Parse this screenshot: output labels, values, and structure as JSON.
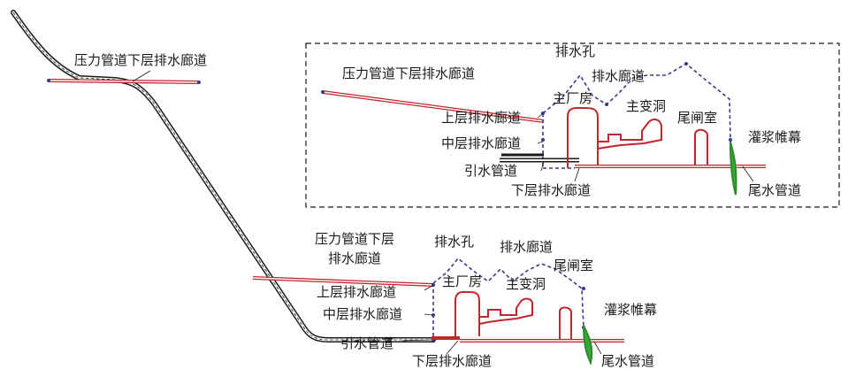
{
  "colors": {
    "pipe": "#c0262c",
    "dash": "#3a3a8a",
    "black": "#1a1a1a",
    "curtain": "#3aa63a"
  },
  "inset": {
    "penstock_gallery": "压力管道下层排水廊道",
    "drain_hole": "排水孔",
    "drain_gallery": "排水廊道",
    "main_powerhouse": "主厂房",
    "transformer_cave": "主变洞",
    "upper_gallery": "上层排水廊道",
    "tailgate_chamber": "尾闸室",
    "grout_curtain": "灌浆帷幕",
    "middle_gallery": "中层排水廊道",
    "headrace": "引水管道",
    "lower_gallery": "下层排水廊道",
    "tailrace": "尾水管道"
  },
  "main": {
    "penstock_gallery_top": "压力管道下层排水廊道",
    "penstock_gallery_1": "压力管道下层",
    "penstock_gallery_2": "排水廊道",
    "drain_hole": "排水孔",
    "drain_gallery": "排水廊道",
    "tailgate_chamber": "尾闸室",
    "main_powerhouse": "主厂房",
    "transformer_cave": "主变洞",
    "upper_gallery": "上层排水廊道",
    "grout_curtain": "灌浆帷幕",
    "middle_gallery": "中层排水廊道",
    "headrace": "引水管道",
    "lower_gallery": "下层排水廊道",
    "tailrace": "尾水管道"
  }
}
